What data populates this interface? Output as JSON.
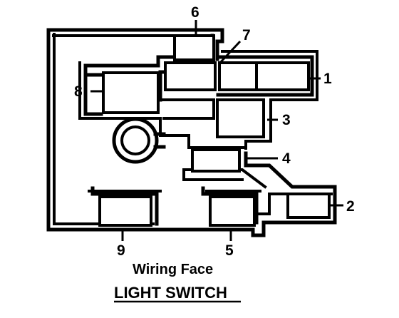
{
  "diagram": {
    "caption": "Wiring Face",
    "title": "LIGHT SWITCH",
    "terminals": {
      "t1": "1",
      "t2": "2",
      "t3": "3",
      "t4": "4",
      "t5": "5",
      "t6": "6",
      "t7": "7",
      "t8": "8",
      "t9": "9"
    }
  }
}
